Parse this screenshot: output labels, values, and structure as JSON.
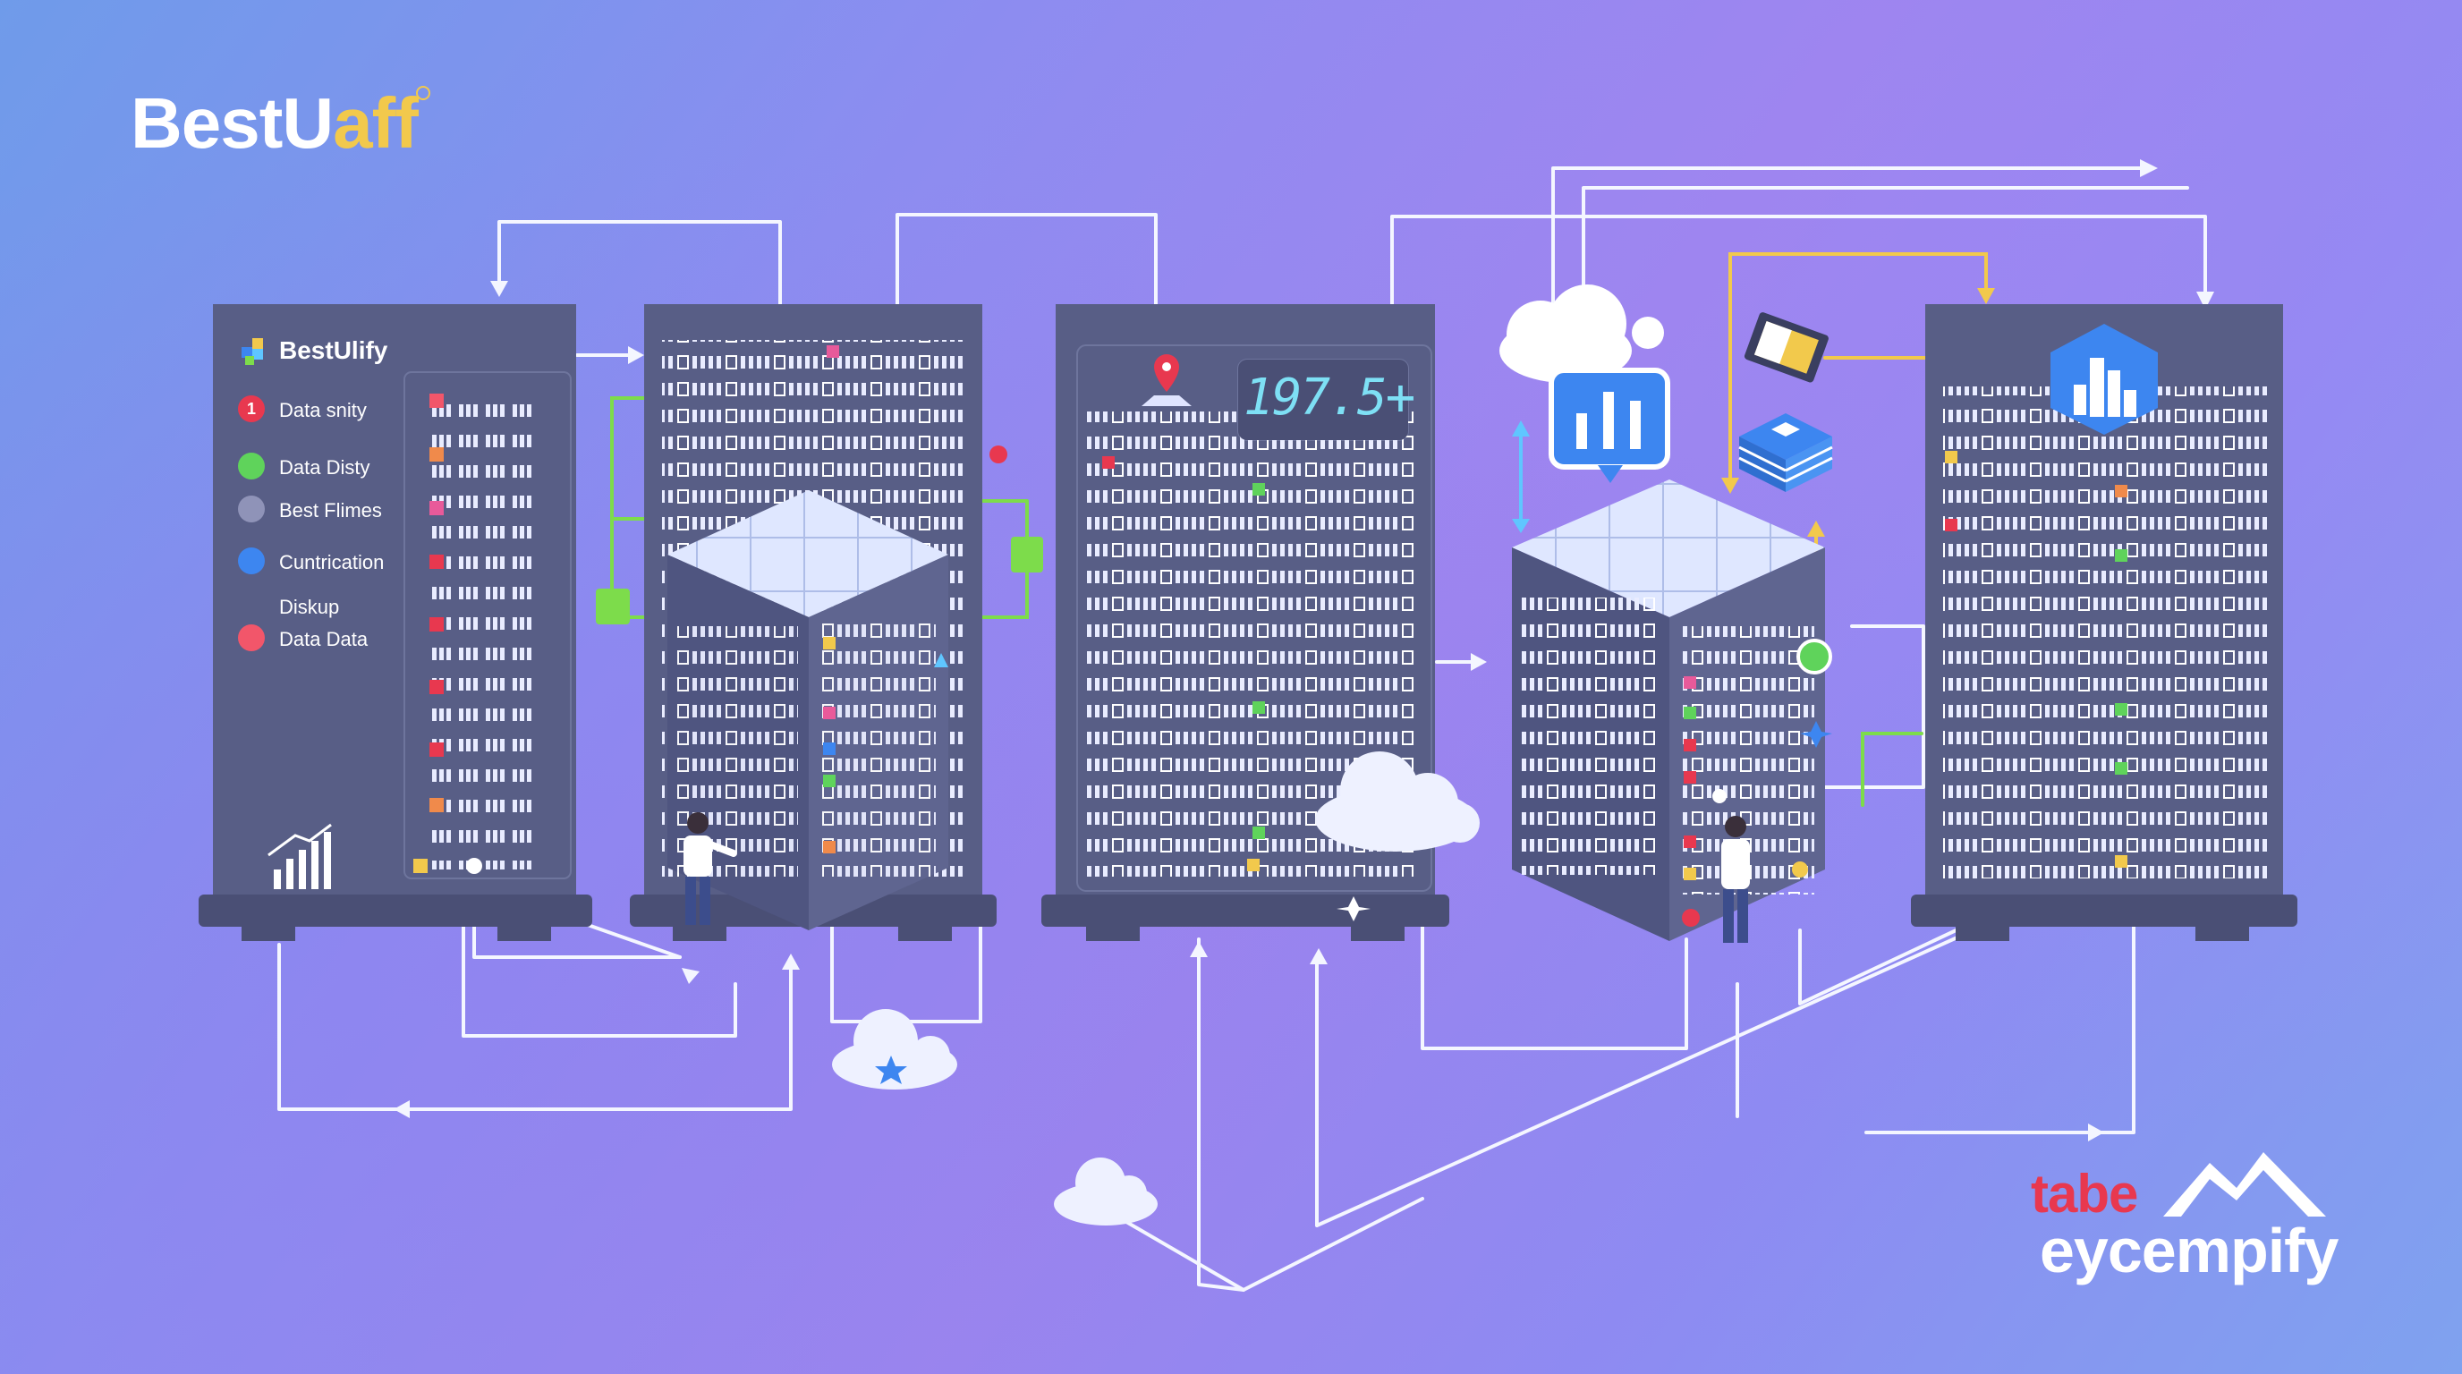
{
  "brand_top": {
    "prefix": "BestU",
    "accent": "aff"
  },
  "brand_bottom": {
    "line1": "tabe",
    "line2": "eycempify"
  },
  "legend": {
    "title": "BestUlify",
    "items": [
      {
        "label": "Data snity",
        "marker": "1",
        "color": "#e8384f"
      },
      {
        "label": "Data Disty",
        "marker": "",
        "color": "#5fd35b"
      },
      {
        "label": "Best Flimes",
        "marker": "",
        "color": "#8f93b8"
      },
      {
        "label": "Cuntrication",
        "marker": "",
        "color": "#3d86f0"
      },
      {
        "label": "Diskup",
        "marker": "",
        "color": ""
      },
      {
        "label": "Data Data",
        "marker": "",
        "color": "#f2566a"
      }
    ]
  },
  "metric": {
    "value": "197.5+"
  },
  "colors": {
    "server": "#585e86",
    "server_dark": "#4a4f75",
    "line_white": "#f4f6ff",
    "line_green": "#7ddc4b",
    "line_yellow": "#f2c94c",
    "accent_red": "#e8384f",
    "accent_blue": "#3d86f0"
  },
  "icons": [
    "bar-chart-icon",
    "cloud-icon",
    "map-pin-icon",
    "monitor-icon",
    "stack-icon",
    "building-icon",
    "person-icon",
    "star-icon",
    "mountain-icon"
  ]
}
